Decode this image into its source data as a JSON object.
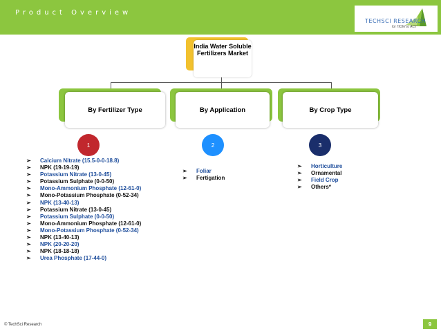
{
  "header": {
    "title": "Product Overview"
  },
  "logo": {
    "brand": "TECHSCI RESEARCH",
    "tagline": "for HOW to ACT"
  },
  "colors": {
    "green": "#8cc63f",
    "gold": "#f2c12e",
    "red": "#c1272d",
    "blue": "#1e90ff",
    "navy": "#1a2e6b"
  },
  "root": {
    "label": "India Water Soluble Fertilizers Market"
  },
  "categories": [
    {
      "label": "By Fertilizer Type",
      "number": "1"
    },
    {
      "label": "By Application",
      "number": "2"
    },
    {
      "label": "By Crop Type",
      "number": "3"
    }
  ],
  "lists": {
    "fertilizer_type": [
      {
        "text": "Calcium Nitrate (15.5-0-0-18.8)",
        "style": "blue"
      },
      {
        "text": "NPK (19-19-19)",
        "style": "black"
      },
      {
        "text": "Potassium Nitrate (13-0-45)",
        "style": "blue"
      },
      {
        "text": "Potassium Sulphate (0-0-50)",
        "style": "black"
      },
      {
        "text": "Mono-Ammonium Phosphate (12-61-0)",
        "style": "blue"
      },
      {
        "text": "Mono-Potassium Phosphate (0-52-34)",
        "style": "black"
      },
      {
        "text": "NPK (13-40-13)",
        "style": "blue"
      },
      {
        "text": "Potassium Nitrate (13-0-45)",
        "style": "black"
      },
      {
        "text": "Potassium Sulphate (0-0-50)",
        "style": "blue"
      },
      {
        "text": "Mono-Ammonium Phosphate (12-61-0)",
        "style": "black"
      },
      {
        "text": "Mono-Potassium Phosphate (0-52-34)",
        "style": "blue"
      },
      {
        "text": "NPK (13-40-13)",
        "style": "black"
      },
      {
        "text": "NPK (20-20-20)",
        "style": "blue"
      },
      {
        "text": "NPK (18-18-18)",
        "style": "black"
      },
      {
        "text": "Urea Phosphate (17-44-0)",
        "style": "blue"
      }
    ],
    "application": [
      {
        "text": "Foliar",
        "style": "blue"
      },
      {
        "text": "Fertigation",
        "style": "black"
      }
    ],
    "crop_type": [
      {
        "text": "Horticulture",
        "style": "blue"
      },
      {
        "text": "Ornamental",
        "style": "black"
      },
      {
        "text": "Field Crop",
        "style": "blue"
      },
      {
        "text": "Others*",
        "style": "black"
      }
    ]
  },
  "footer": {
    "copyright": "© TechSci Research",
    "page": "9"
  }
}
